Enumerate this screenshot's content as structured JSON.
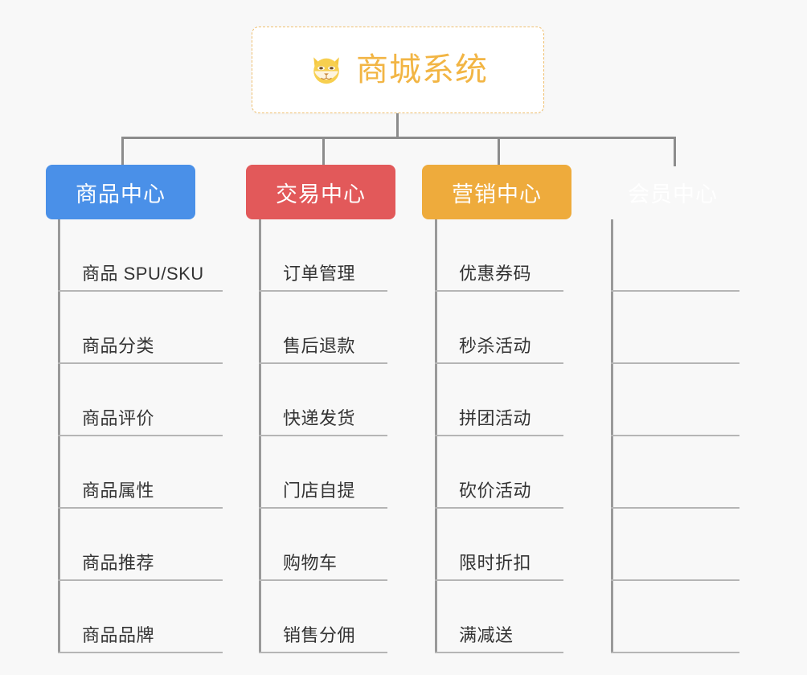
{
  "page": {
    "background_color": "#f8f8f8",
    "type": "org-chart-mindmap"
  },
  "root": {
    "icon": "shiba-dog-face-icon",
    "title": "商城系统",
    "text_color": "#f2b544",
    "border_color": "#f0c070",
    "background_color": "#ffffff"
  },
  "connector": {
    "color": "#8c8c8c"
  },
  "branches": [
    {
      "id": "product-center",
      "label": "商品中心",
      "color": "#4a90e8",
      "items": [
        "商品 SPU/SKU",
        "商品分类",
        "商品评价",
        "商品属性",
        "商品推荐",
        "商品品牌"
      ]
    },
    {
      "id": "trade-center",
      "label": "交易中心",
      "color": "#e2595a",
      "items": [
        "订单管理",
        "售后退款",
        "快递发货",
        "门店自提",
        "购物车",
        "销售分佣"
      ]
    },
    {
      "id": "marketing-center",
      "label": "营销中心",
      "color": "#eeab3c",
      "items": [
        "优惠券码",
        "秒杀活动",
        "拼团活动",
        "砍价活动",
        "限时折扣",
        "满减送"
      ]
    },
    {
      "id": "member-center",
      "label": "会员中心",
      "color": "#78c košice"
    }
  ]
}
